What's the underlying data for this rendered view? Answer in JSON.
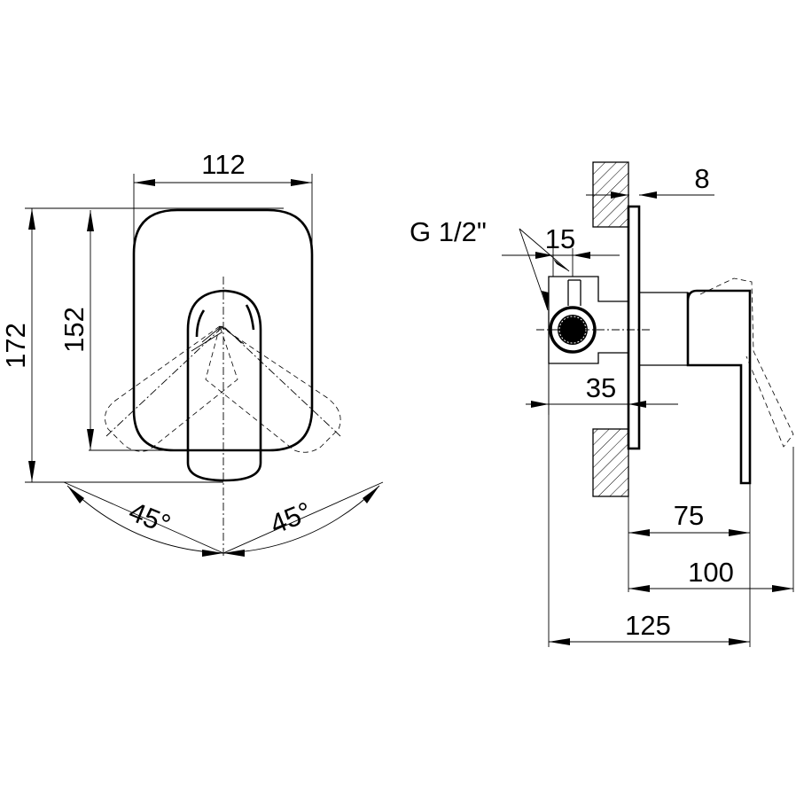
{
  "front_view": {
    "width": "112",
    "outer_height": "172",
    "inner_height": "152",
    "angle_left": "45°",
    "angle_right": "45°"
  },
  "side_view": {
    "wall_plate": "8",
    "thread": "G 1/2\"",
    "offset": "15",
    "body_depth": "35",
    "depth_75": "75",
    "depth_100": "100",
    "depth_125": "125"
  }
}
